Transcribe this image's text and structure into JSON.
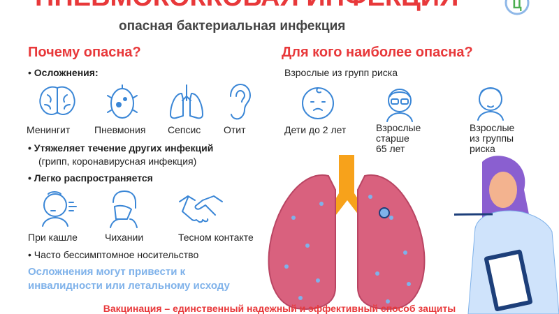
{
  "header": {
    "title": "ПНЕВМОКОККОВАЯ ИНФЕКЦИЯ",
    "subtitle": "опасная бактериальная инфекция",
    "logo_letter": "Ц"
  },
  "left": {
    "heading": "Почему опасна?",
    "complications_label": "Осложнения:",
    "complications": [
      {
        "label": "Менингит",
        "icon": "brain-icon"
      },
      {
        "label": "Пневмония",
        "icon": "bacterium-icon"
      },
      {
        "label": "Сепсис",
        "icon": "lungs-icon"
      },
      {
        "label": "Отит",
        "icon": "ear-icon"
      }
    ],
    "point2": "Утяжеляет течение других инфекций",
    "point2_note": "(грипп, коронавирусная инфекция)",
    "point3": "Легко распространяется",
    "spread": [
      {
        "label": "При кашле",
        "icon": "cough-icon"
      },
      {
        "label": "Чихании",
        "icon": "sneeze-icon"
      },
      {
        "label": "Тесном контакте",
        "icon": "handshake-icon"
      }
    ],
    "point4": "Часто бессимптомное носительство",
    "warning_line1": "Осложнения могут привести к",
    "warning_line2": "инвалидности или летальному исходу"
  },
  "right": {
    "heading": "Для кого наиболее опасна?",
    "subheading": "Взрослые из групп риска",
    "groups": [
      {
        "line1": "Дети до 2 лет",
        "icon": "baby-icon"
      },
      {
        "line1": "Взрослые",
        "line2": "старше",
        "line3": "65 лет",
        "icon": "elderly-icon"
      },
      {
        "line1": "Взрослые",
        "line2": "из группы",
        "line3": "риска",
        "icon": "adult-icon"
      }
    ]
  },
  "footer": "Вакцинация – единственный надежный и эффективный способ защиты",
  "colors": {
    "red": "#e8383a",
    "blue": "#3a86d6",
    "light_blue": "#7fb2ea",
    "lung": "#d9617e"
  }
}
